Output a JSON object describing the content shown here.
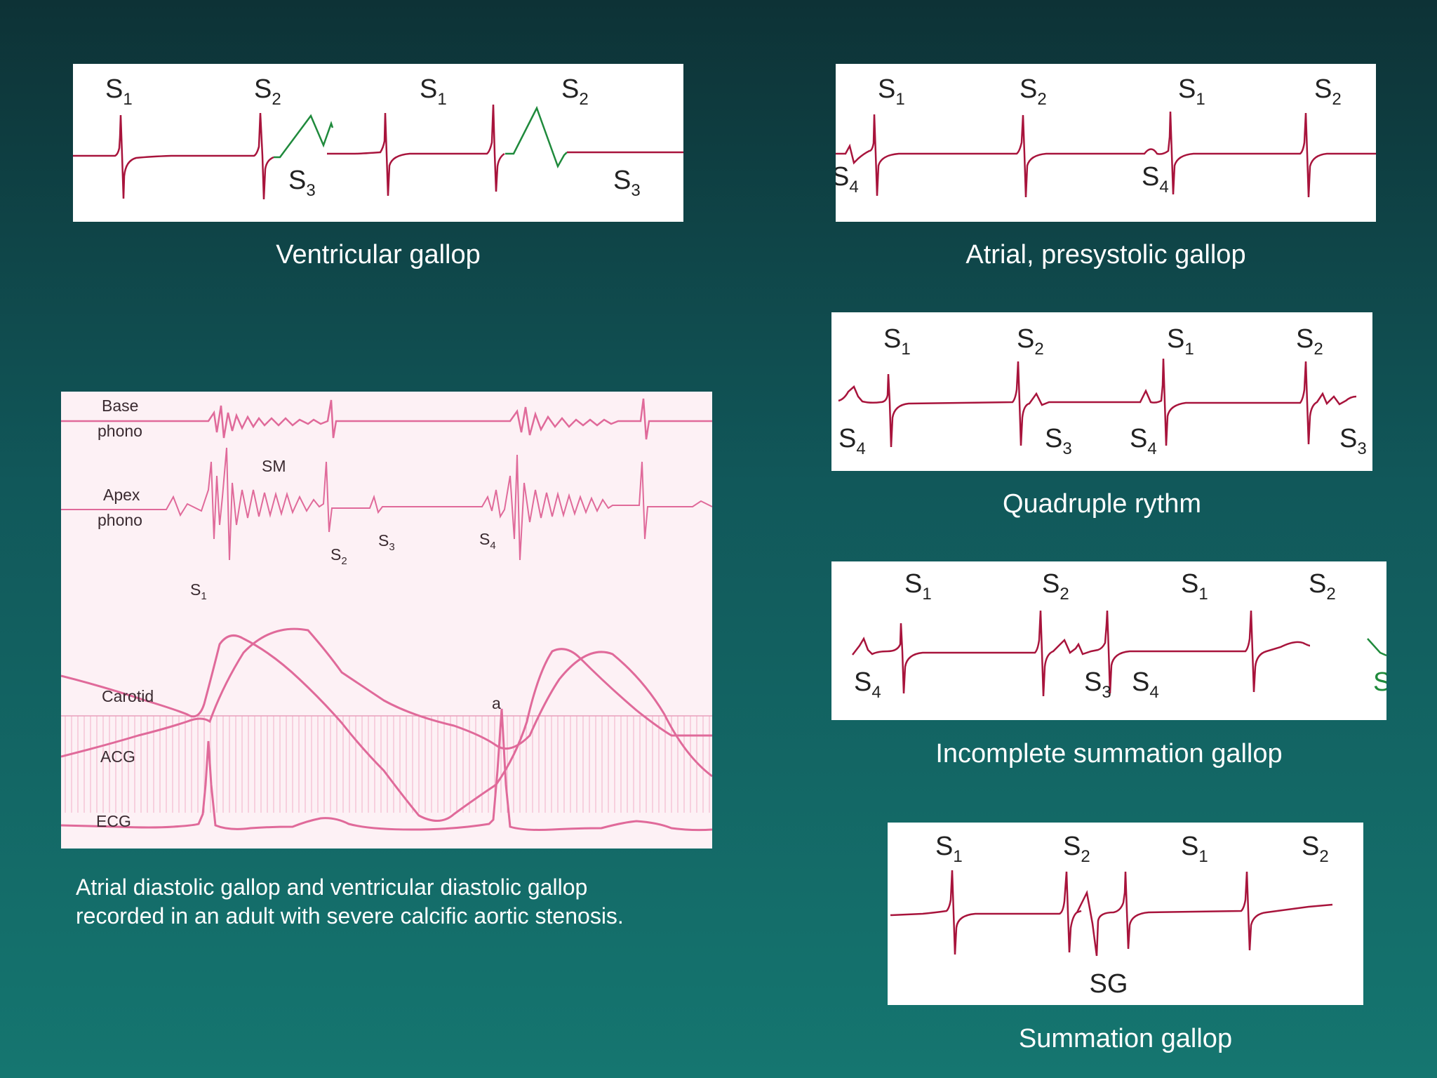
{
  "colors": {
    "trace": "#a8143c",
    "gallop": "#1f8a3c",
    "recording_trace": "#e06a9a",
    "caption": "#ffffff"
  },
  "panels": {
    "ventricular": {
      "caption": "Ventricular gallop"
    },
    "atrial": {
      "caption": "Atrial, presystolic gallop"
    },
    "quadruple": {
      "caption": "Quadruple rythm"
    },
    "incomplete": {
      "caption": "Incomplete summation gallop"
    },
    "summation": {
      "caption": "Summation gallop",
      "sg_label": "SG"
    }
  },
  "sound_labels": {
    "s_letter": "S",
    "s1_sub": "1",
    "s2_sub": "2",
    "s3_sub": "3",
    "s4_sub": "4"
  },
  "recording": {
    "trace_labels": {
      "base_1": "Base",
      "base_2": "phono",
      "apex_1": "Apex",
      "apex_2": "phono",
      "carotid": "Carotid",
      "acg": "ACG",
      "ecg": "ECG"
    },
    "annotations": {
      "sm": "SM",
      "a": "a"
    },
    "caption_line_1": "Atrial diastolic gallop and ventricular diastolic gallop",
    "caption_line_2": "recorded in an adult with severe calcific aortic stenosis."
  }
}
